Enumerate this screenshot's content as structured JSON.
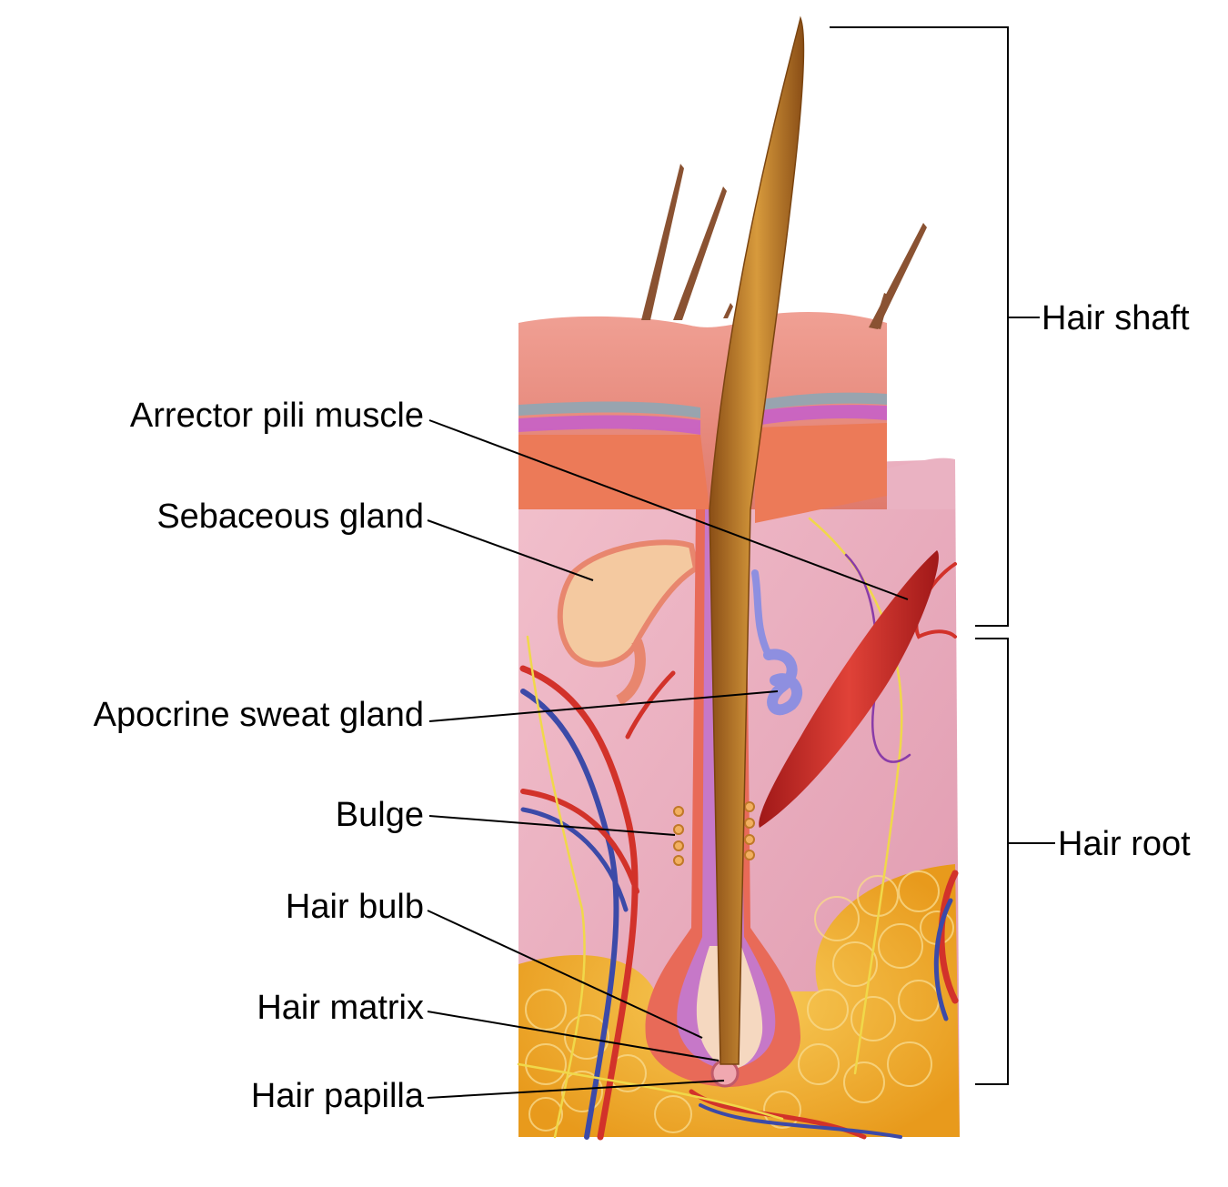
{
  "labels": {
    "arrector_pili_muscle": "Arrector pili muscle",
    "sebaceous_gland": "Sebaceous gland",
    "apocrine_sweat_gland": "Apocrine sweat gland",
    "bulge": "Bulge",
    "hair_bulb": "Hair bulb",
    "hair_matrix": "Hair matrix",
    "hair_papilla": "Hair papilla",
    "hair_shaft": "Hair shaft",
    "hair_root": "Hair root"
  },
  "colors": {
    "epidermis": "#e8857a",
    "dermis": "#e9a8b8",
    "fat": "#f0b030",
    "hair": "#b8742a",
    "muscle": "#c8282a",
    "sebaceous": "#f4c9a0",
    "sweat_gland": "#8e8fe0",
    "artery": "#d2322a",
    "vein": "#3c4aa8",
    "nerve": "#f0d84a",
    "leader_line": "#000000"
  }
}
